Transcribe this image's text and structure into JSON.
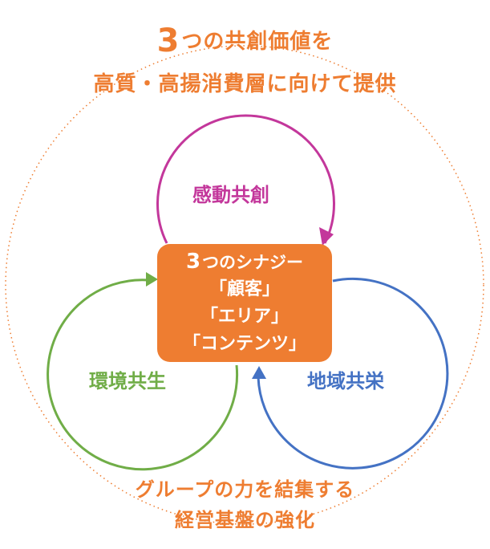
{
  "title": {
    "line1_number": "3",
    "line1_text": "つの共創価値を",
    "line2": "高質・高揚消費層に向けて提供"
  },
  "cycles": {
    "top": "感動共創",
    "left": "環境共生",
    "right": "地域共栄"
  },
  "center": {
    "number": "3",
    "title": "つのシナジー",
    "items": [
      "「顧客」",
      "「エリア」",
      "「コンテンツ」"
    ]
  },
  "footer": {
    "line1": "グループの力を結集する",
    "line2": "経営基盤の強化"
  },
  "colors": {
    "orange": "#ee7d31",
    "magenta": "#c3379b",
    "green": "#70ad47",
    "blue": "#4472c4"
  }
}
